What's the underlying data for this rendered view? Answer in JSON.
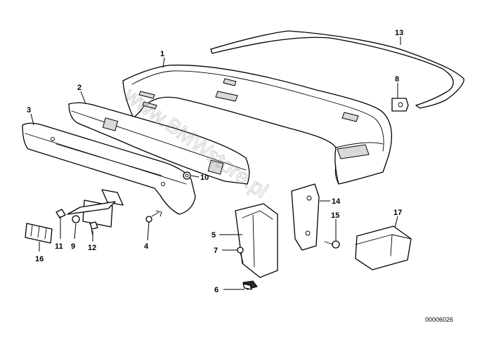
{
  "diagram": {
    "callouts": [
      {
        "id": "1",
        "label": "1"
      },
      {
        "id": "2",
        "label": "2"
      },
      {
        "id": "3",
        "label": "3"
      },
      {
        "id": "4",
        "label": "4"
      },
      {
        "id": "5",
        "label": "5"
      },
      {
        "id": "6",
        "label": "6"
      },
      {
        "id": "7",
        "label": "7"
      },
      {
        "id": "8",
        "label": "8"
      },
      {
        "id": "9",
        "label": "9"
      },
      {
        "id": "10",
        "label": "10"
      },
      {
        "id": "11",
        "label": "11"
      },
      {
        "id": "12",
        "label": "12"
      },
      {
        "id": "13",
        "label": "13"
      },
      {
        "id": "14",
        "label": "14"
      },
      {
        "id": "15",
        "label": "15"
      },
      {
        "id": "16",
        "label": "16"
      },
      {
        "id": "17",
        "label": "17"
      }
    ],
    "watermark": "www.BMWstore.pl",
    "doc_number": "00006026"
  }
}
